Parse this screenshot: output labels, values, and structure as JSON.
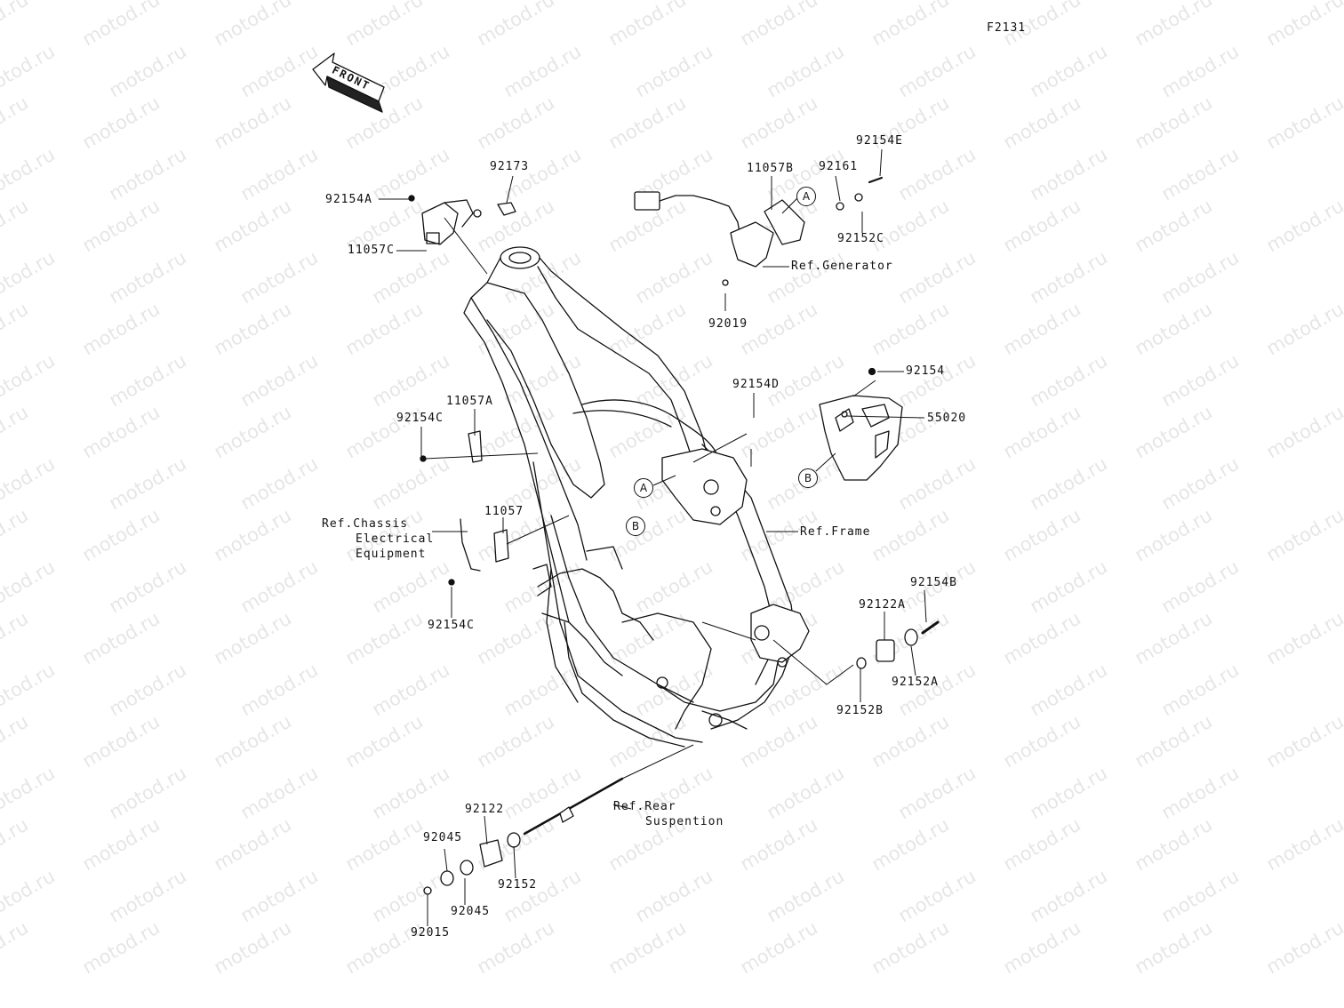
{
  "watermark": "motod.ru",
  "figure_code": "F2131",
  "front_label": "FRONT",
  "callouts": {
    "A": "A",
    "B": "B"
  },
  "parts": {
    "p92173": "92173",
    "p92154A": "92154A",
    "p11057C": "11057C",
    "p11057B": "11057B",
    "p92161": "92161",
    "p92154E": "92154E",
    "p92152C": "92152C",
    "p92019": "92019",
    "p92154": "92154",
    "p55020": "55020",
    "p92154D": "92154D",
    "p11057A": "11057A",
    "p92154C_top": "92154C",
    "p11057": "11057",
    "p92154C_bottom": "92154C",
    "p92154B": "92154B",
    "p92122A": "92122A",
    "p92152A": "92152A",
    "p92152B": "92152B",
    "p92122": "92122",
    "p92045_top": "92045",
    "p92045_bottom": "92045",
    "p92152": "92152",
    "p92015": "92015"
  },
  "references": {
    "generator": "Ref.Generator",
    "chassis_line1": "Ref.Chassis",
    "chassis_line2": "Electrical",
    "chassis_line3": "Equipment",
    "frame": "Ref.Frame",
    "rear_line1": "Ref.Rear",
    "rear_line2": "Suspention"
  }
}
